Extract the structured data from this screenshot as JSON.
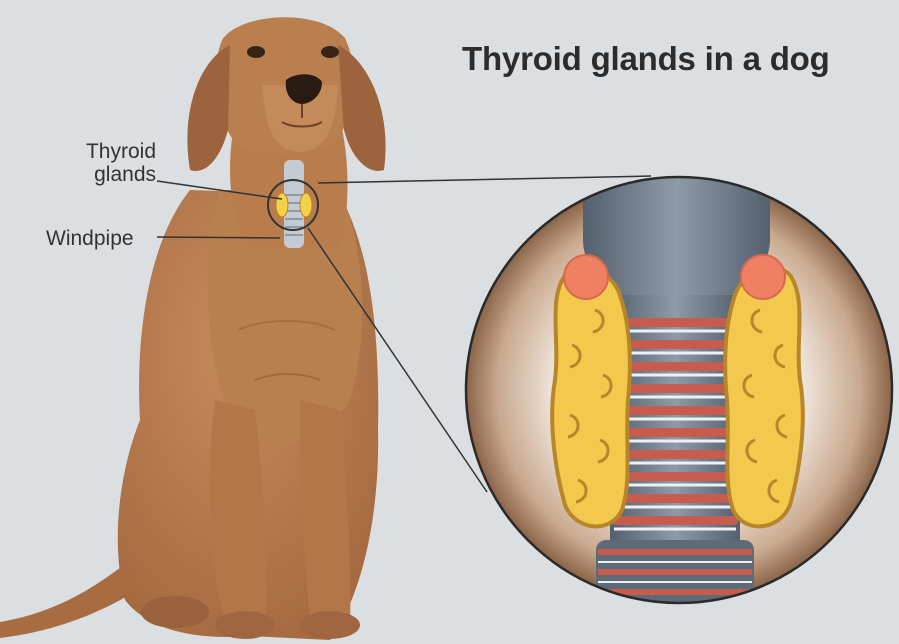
{
  "title": "Thyroid glands in a dog",
  "labels": {
    "thyroid_line1": "Thyroid",
    "thyroid_line2": "glands",
    "windpipe": "Windpipe"
  },
  "colors": {
    "background": "#dcdfe2",
    "dog_fur": "#b57a4e",
    "dog_shadow": "#8f5a34",
    "gland_fill": "#f2c94c",
    "gland_outline": "#b8862a",
    "parathyroid": "#f08064",
    "trachea": "#6f7d8e",
    "trachea_ring": "#c55c4e",
    "leader_line": "#333333"
  },
  "icons": [
    "dog-illustration",
    "magnifier-circle"
  ]
}
